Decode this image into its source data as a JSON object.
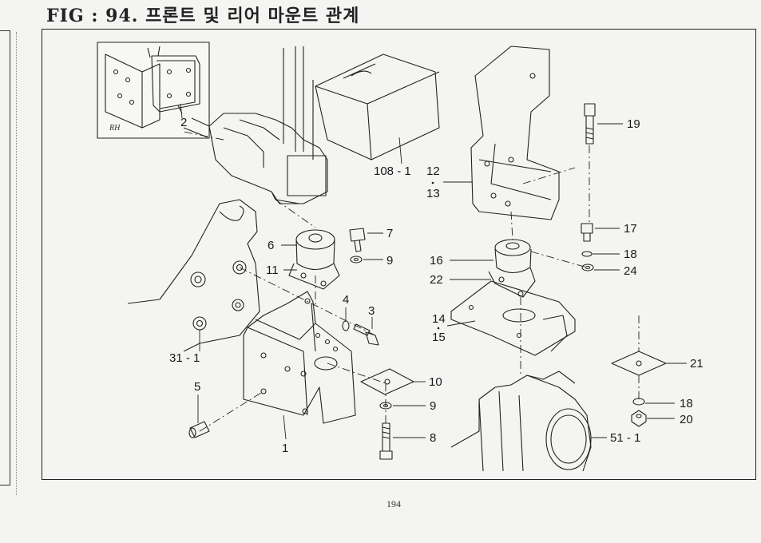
{
  "title": "FIG : 94. 프론트 및 리어 마운트 관계",
  "inset_label": "RH",
  "page_number": "194",
  "callouts": {
    "c2": "2",
    "c108": "108 - 1",
    "c12": "12",
    "c13": "13",
    "c19": "19",
    "c6": "6",
    "c7": "7",
    "c9a": "9",
    "c11": "11",
    "c4": "4",
    "c3": "3",
    "c31": "31 - 1",
    "c5": "5",
    "c10": "10",
    "c9b": "9",
    "c8": "8",
    "c1": "1",
    "c17": "17",
    "c18a": "18",
    "c24": "24",
    "c16": "16",
    "c22": "22",
    "c14": "14",
    "c15": "15",
    "c21": "21",
    "c18b": "18",
    "c20": "20",
    "c51": "51 - 1"
  }
}
